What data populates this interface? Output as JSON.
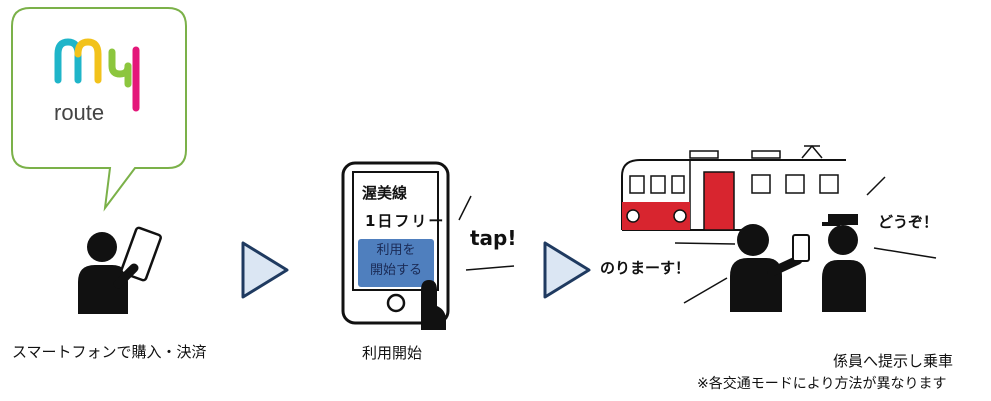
{
  "logo": {
    "line1": "my",
    "line2": "route"
  },
  "step1": {
    "caption": "スマートフォンで購入・決済"
  },
  "step2": {
    "caption": "利用開始",
    "screen_title": "渥美線",
    "screen_ticket": "1日フリー",
    "button_line1": "利用を",
    "button_line2": "開始する",
    "tap_label": "tap!"
  },
  "step3": {
    "caption": "係員へ提示し乗車",
    "note": "※各交通モードにより方法が異なります",
    "passenger_speech": "のりまーす！",
    "staff_speech": "どうぞ！"
  },
  "colors": {
    "bubble_border": "#7bb149",
    "arrow_fill": "#dbe6f3",
    "arrow_stroke": "#1f3a60",
    "train_red": "#d8252f",
    "button_blue": "#4f7fbe"
  }
}
